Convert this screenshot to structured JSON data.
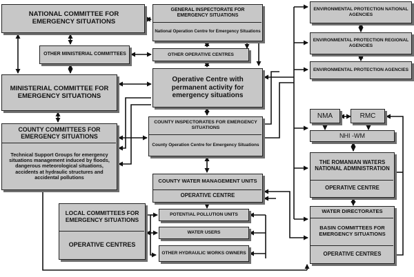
{
  "nodes": {
    "national_committee": "NATIONAL COMMITTEE FOR EMERGENCY SITUATIONS",
    "other_ministerial": "OTHER MINISTERIAL COMMITTEES",
    "ministerial_committee": "MINISTERIAL COMMITTEE FOR EMERGENCY SITUATIONS",
    "county_committees_title": "COUNTY COMMITTEES FOR EMERGENCY SITUATIONS",
    "county_committees_body": "Technical Support Groups for emergency situations management induced by floods, dangerous meteorological situations, accidents at hydraulic structures and accidental pollutions",
    "general_inspectorate": "GENERAL INSPECTORATE FOR EMERGENCY SITUATIONS",
    "national_operation_centre": "National Operation Centre for Emergency Situations",
    "other_operative": "OTHER OPERATIVE CENTRES",
    "operative_centre_permanent": "Operative Centre with permanent activity for emergency situations",
    "county_inspectorates": "COUNTY INSPECTORATES FOR EMERGENCY SITUATIONS",
    "county_operation_centre": "County Operation Centre for Emergency Situations",
    "county_water_units": "COUNTY WATER MANAGEMENT UNITS",
    "county_water_operative": "OPERATIVE CENTRE",
    "local_committees": "LOCAL COMMITTEES FOR EMERGENCY SITUATIONS",
    "local_operative": "OPERATIVE CENTRES",
    "potential_pollution": "POTENTIAL POLLUTION UNITS",
    "water_users": "WATER USERS",
    "other_hydraulic": "OTHER HYDRAULIC WORKS OWNERS",
    "env_national": "ENVIRONMENTAL PROTECTION NATIONAL AGENCIES",
    "env_regional": "ENVIRONMENTAL PROTECTION REGIONAL AGENCIES",
    "env_agencies": "ENVIRONMENTAL PROTECTION AGENCIES",
    "nma": "NMA",
    "rmc": "RMC",
    "nhi_wm": "NHI -WM",
    "romanian_waters": "THE ROMANIAN WATERS NATIONAL ADMINISTRATION",
    "romanian_operative": "OPERATIVE CENTRE",
    "water_directorates": "WATER DIRECTORATES",
    "basin_committees": "BASIN COMMITTEES FOR EMERGENCY SITUATIONS",
    "basin_operative": "OPERATIVE CENTRES"
  }
}
